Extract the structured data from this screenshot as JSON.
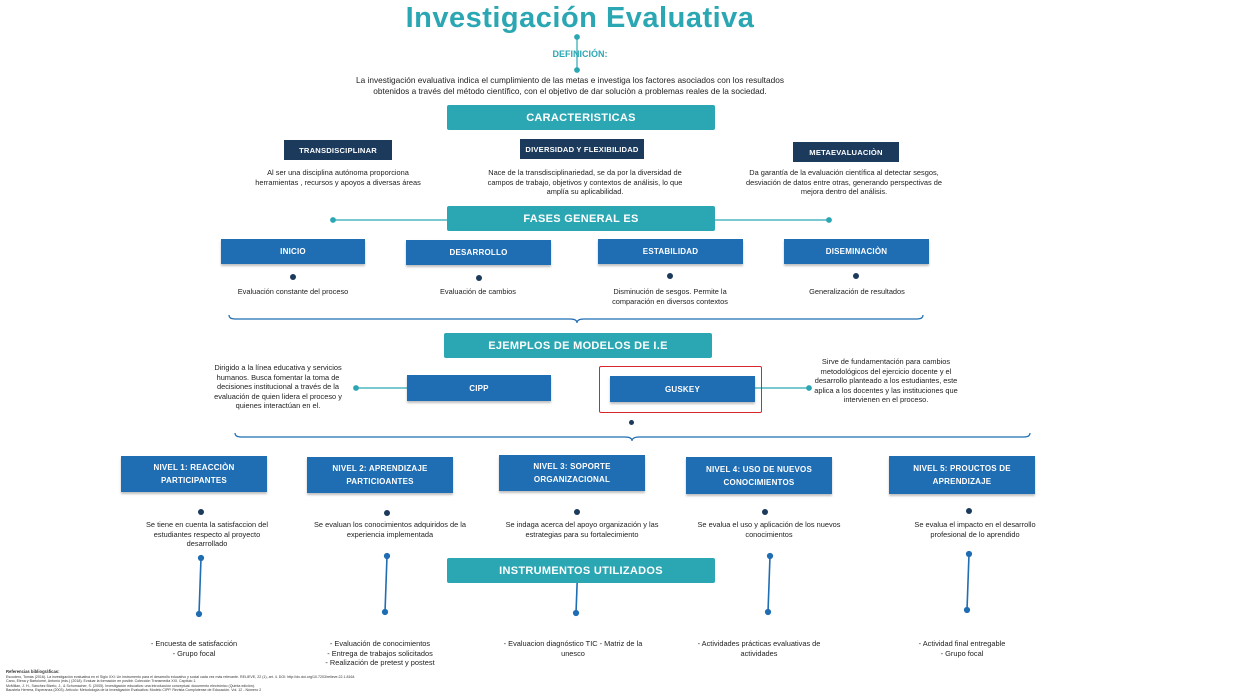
{
  "title": "Investigación Evaluativa",
  "definition": {
    "label": "DEFINICIÓN:",
    "text_line1": "La investigación evaluativa indica el cumplimiento de las metas e investiga los factores asociados con los resultados",
    "text_line2": "obtenidos a través del método científico, con el objetivo de dar soluciòn a problemas reales de la sociedad."
  },
  "characteristics": {
    "header": "CARACTERISTICAS",
    "items": [
      {
        "label": "TRANSDISCIPLINAR",
        "desc": "Al ser una disciplina autónoma proporciona herramientas , recursos y apoyos a diversas áreas"
      },
      {
        "label": "DIVERSIDAD Y FLEXIBILIDAD",
        "desc": "Nace de la transdisciplinariedad, se da por la diversidad de campos de trabajo, objetivos y contextos de análisis, lo que amplía su aplicabilidad."
      },
      {
        "label": "METAEVALUACIÒN",
        "desc": "Da garantía de la evaluación científica al detectar sesgos, desviación de datos entre otras, generando perspectivas de mejora dentro del análisis."
      }
    ]
  },
  "phases": {
    "header": "FASES GENERAL ES",
    "items": [
      {
        "label": "INICIO",
        "desc": "Evaluación constante del proceso"
      },
      {
        "label": "DESARROLLO",
        "desc": "Evaluación de cambios"
      },
      {
        "label": "ESTABILIDAD",
        "desc": "Disminución de sesgos. Permite la comparación en diversos contextos"
      },
      {
        "label": "DISEMINACIÒN",
        "desc": "Generalización de resultados"
      }
    ]
  },
  "models": {
    "header": "EJEMPLOS DE MODELOS DE I.E",
    "cipp": {
      "label": "CIPP",
      "desc": "Dirigido a la línea educativa y servicios humanos. Busca fomentar la toma de decisiones institucional a través de la evaluación de quien lidera el proceso y quienes interactúan en el."
    },
    "guskey": {
      "label": "GUSKEY",
      "desc": "Sirve de fundamentación para cambios metodológicos del ejercicio docente y el desarrollo planteado a los estudiantes, este aplica a los docentes y las instituciones que intervienen en el proceso."
    }
  },
  "levels": [
    {
      "line1": "NIVEL 1: REACCIÒN",
      "line2": "PARTICIPANTES",
      "desc": "Se tiene en cuenta la satisfaccion del estudiantes respecto al proyecto desarrollado",
      "instr": [
        "- Encuesta de satisfacción",
        "- Grupo focal"
      ]
    },
    {
      "line1": "NIVEL 2: APRENDIZAJE",
      "line2": "PARTICIOANTES",
      "desc": "Se evaluan los conocimientos adquiridos de la experiencia implementada",
      "instr": [
        "- Evaluación de conocimientos",
        "- Entrega de trabajos solicitados",
        "- Realización de pretest y postest"
      ]
    },
    {
      "line1": "NIVEL 3: SOPORTE",
      "line2": "ORGANIZACIONAL",
      "desc": "Se indaga acerca del apoyo organización y las estrategias para su fortalecimiento",
      "instr": [
        "- Evaluacion diagnóstico TIC - Matriz de la",
        "unesco"
      ]
    },
    {
      "line1": "NIVEL 4: USO DE NUEVOS",
      "line2": "CONOCIMIENTOS",
      "desc": "Se evalua el uso y aplicación de los nuevos conocimientos",
      "instr": [
        "- Actividades prácticas evaluativas de",
        "actividades"
      ]
    },
    {
      "line1": "NIVEL 5: PROUCTOS DE",
      "line2": "APRENDIZAJE",
      "desc": "Se evalua el impacto en el desarrollo profesional de lo aprendido",
      "instr": [
        "- Actividad final entregable",
        "- Grupo focal"
      ]
    }
  ],
  "instruments_header": "INSTRUMENTOS UTILIZADOS",
  "references": {
    "heading": "Referencias bibliográficas:",
    "lines": [
      "Escudero, Tomás (2016). La investigación evaluativa en el Siglo XXI: Un instrumento para el desarrollo educativo y social cada vez más relevante. RELIEVE, 22 (1), art. 4. DOI: http://dx.doi.org/10.7203/relieve.22.1.8164",
      "Cano, Elena y Bartolomé, Antonio (eds.) (2018). Evaluar la formación en posibir. Colección Transmedia XXI. Capítulo 1.",
      "McMillan, J. H., Sánchez Bizelo, J., & Schumacher, S. (2005). Investigación educativa: una introducción conceptual. documento electrónico (Quinta edición).",
      "Baustela Herrera, Esperanza (2003). Artículo: Metodología de la investigación Evaluativa: Modelo CIPP. Revista Complutense de Educación. Vol. 12 - Número 2"
    ]
  },
  "colors": {
    "teal": "#2ba7b3",
    "navy": "#1b3a5c",
    "blue": "#1f6db3",
    "highlight": "#d9262c"
  }
}
